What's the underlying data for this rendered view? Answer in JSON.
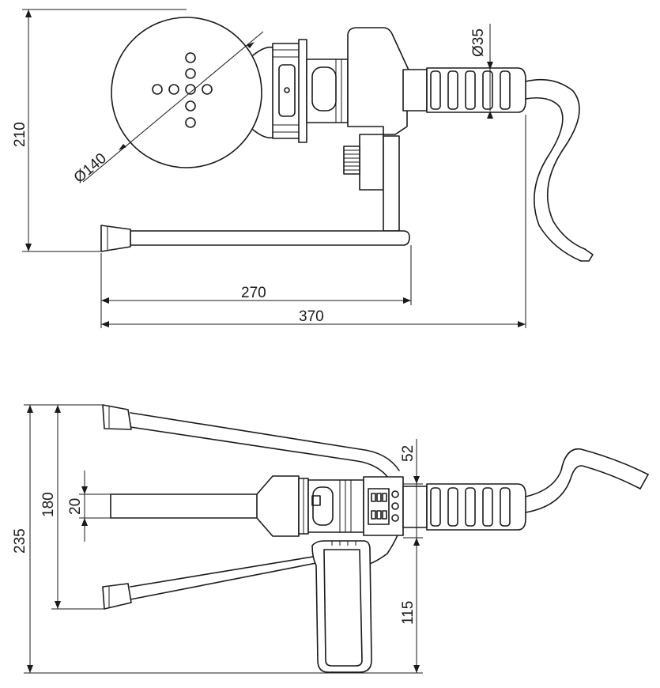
{
  "dimensions": {
    "top_view": {
      "height": "210",
      "plate_diameter": "Ø140",
      "handle_diameter": "Ø35",
      "stand_length": "270",
      "overall_length": "370"
    },
    "bottom_view": {
      "overall_height": "235",
      "stand_span": "180",
      "nozzle_width": "20",
      "body_offset": "52",
      "grip_height": "115"
    }
  },
  "colors": {
    "line": "#1a1a1a",
    "background": "#ffffff"
  }
}
